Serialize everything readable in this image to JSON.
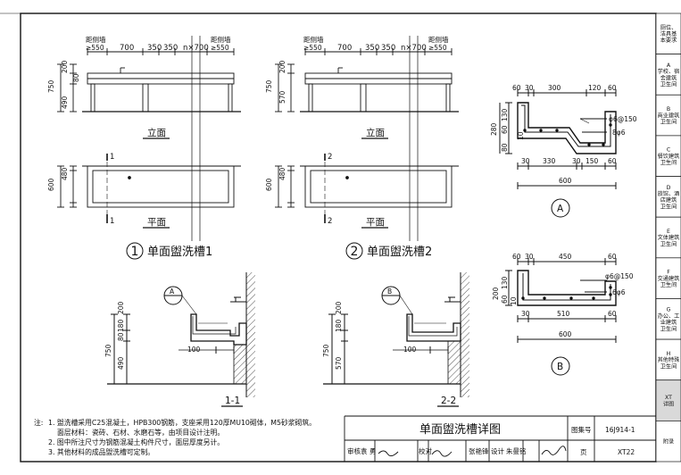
{
  "drawing": {
    "title": "单面盥洗槽详图",
    "atlas_label": "图集号",
    "atlas_no": "16J914-1",
    "page_label": "页",
    "page_no": "XT22",
    "review_label": "审核",
    "review_name": "袁 勇",
    "check_label": "校对",
    "check_name": "张艳锋",
    "design_label": "设计",
    "design_name": "朱曼铭"
  },
  "views": {
    "elevation": "立面",
    "plan": "平面",
    "section_1": "1-1",
    "section_2": "2-2",
    "cut_1": "1",
    "cut_2": "2"
  },
  "types": [
    {
      "num": "1",
      "name": "单面盥洗槽1"
    },
    {
      "num": "2",
      "name": "单面盥洗槽2"
    }
  ],
  "details": {
    "a": "A",
    "b": "B"
  },
  "dims": {
    "wall_dist": "距侧墙",
    "ge550": "≥550",
    "d700": "700",
    "d350": "350",
    "n700": "n×700",
    "d200": "200",
    "d750": "750",
    "d490": "490",
    "d80": "80",
    "d180": "180",
    "d570": "570",
    "d600": "600",
    "d60": "60",
    "d480": "480",
    "d100": "100",
    "d130": "130",
    "d280": "280",
    "d30": "30",
    "d300": "300",
    "d120": "120",
    "d330": "330",
    "d150": "150",
    "d450": "450",
    "d510": "510",
    "d10": "10",
    "rebar_1": "φ6@150",
    "rebar_2": "8φ6",
    "rebar_3": "φ6@150",
    "rebar_4": "6φ6"
  },
  "notes": {
    "label": "注:",
    "n1": "1. 盥洗槽采用C25混凝土，HPB300钢筋，支座采用120厚MU10砌体，M5砂浆砌筑。",
    "n1b": "面层材料：瓷砖、石材、水磨石等，由项目设计注明。",
    "n2": "2. 图中所注尺寸为钢筋混凝土构件尺寸，面层厚度另计。",
    "n3": "3. 其他材料的成品盥洗槽可定制。"
  },
  "left_tabs": [
    {
      "letter": "",
      "text": ""
    },
    {
      "letter": "",
      "text": ""
    }
  ],
  "right_tabs": [
    {
      "letter": "",
      "lines": [
        "厕位、",
        "洁具基",
        "本要求"
      ]
    },
    {
      "letter": "A",
      "lines": [
        "学校、宿",
        "舍建筑",
        "卫生间"
      ]
    },
    {
      "letter": "B",
      "lines": [
        "商业建筑",
        "卫生间"
      ]
    },
    {
      "letter": "C",
      "lines": [
        "餐饮建筑",
        "卫生间"
      ]
    },
    {
      "letter": "D",
      "lines": [
        "旅馆、酒",
        "店建筑",
        "卫生间"
      ]
    },
    {
      "letter": "E",
      "lines": [
        "文体建筑",
        "卫生间"
      ]
    },
    {
      "letter": "F",
      "lines": [
        "交通建筑",
        "卫生间"
      ]
    },
    {
      "letter": "G",
      "lines": [
        "办公、工",
        "业建筑",
        "卫生间"
      ]
    },
    {
      "letter": "H",
      "lines": [
        "其他特殊",
        "卫生间"
      ]
    },
    {
      "letter": "XT",
      "lines": [
        "详图"
      ]
    },
    {
      "letter": "",
      "lines": [
        "附录"
      ]
    }
  ],
  "colors": {
    "line": "#1a1a1a",
    "tab_active": "#d9d9d9"
  }
}
